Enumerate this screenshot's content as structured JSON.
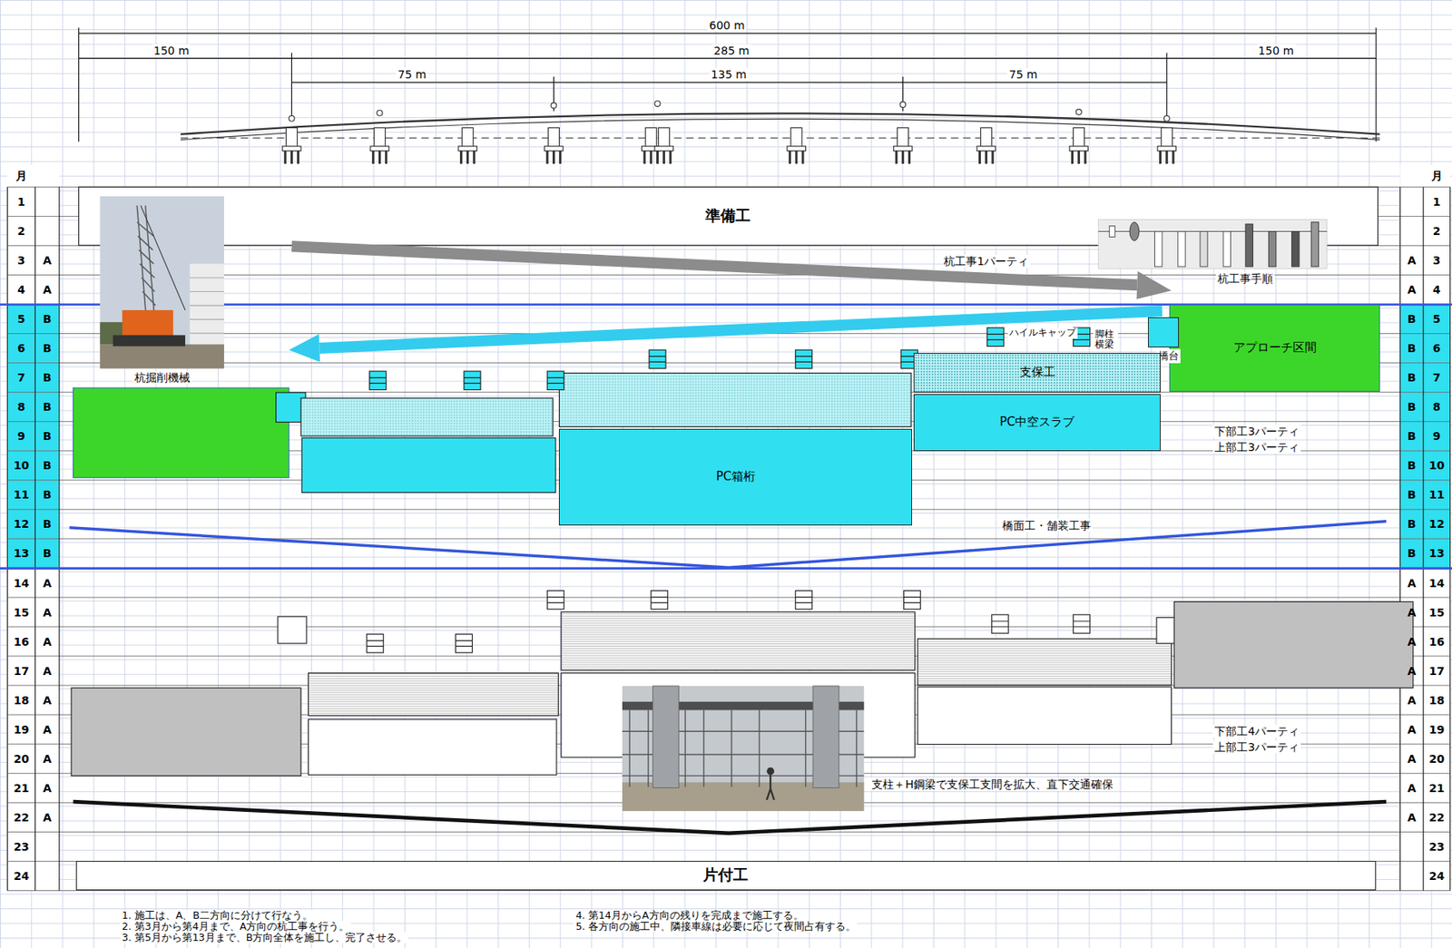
{
  "diagram": {
    "nodes": [
      {
        "text": [
          "準備工"
        ]
      },
      {
        "text": [
          "アプローチ区間"
        ]
      },
      {
        "text": [
          "橋台"
        ]
      },
      {
        "text": [
          "支保工"
        ]
      },
      {
        "text": [
          "PC中空スラブ"
        ]
      },
      {
        "text": [
          "PC箱桁"
        ]
      },
      {
        "text": [
          "片付工"
        ]
      }
    ],
    "labels": [
      "600 m",
      "150 m",
      "285 m",
      "150 m",
      "75 m",
      "135 m",
      "75 m",
      "月",
      "月",
      "1",
      "1",
      "2",
      "2",
      "3",
      "A",
      "A",
      "3",
      "4",
      "A",
      "A",
      "4",
      "5",
      "B",
      "B",
      "5",
      "6",
      "B",
      "B",
      "6",
      "7",
      "B",
      "B",
      "7",
      "8",
      "B",
      "B",
      "8",
      "9",
      "B",
      "B",
      "9",
      "10",
      "B",
      "B",
      "10",
      "11",
      "B",
      "B",
      "11",
      "12",
      "B",
      "B",
      "12",
      "13",
      "B",
      "B",
      "13",
      "14",
      "A",
      "A",
      "14",
      "15",
      "A",
      "A",
      "15",
      "16",
      "A",
      "A",
      "16",
      "17",
      "A",
      "A",
      "17",
      "18",
      "A",
      "A",
      "18",
      "19",
      "A",
      "A",
      "19",
      "20",
      "A",
      "A",
      "20",
      "21",
      "A",
      "A",
      "21",
      "22",
      "A",
      "A",
      "22",
      "23",
      "23",
      "24",
      "24",
      "杭工事1パーティ",
      "杭工事手順",
      "杭掘削機械",
      "ハイルキャップ",
      "脚柱 横梁",
      "下部工3パーティ",
      "上部工3パーティ",
      "橋面工・舗装工事",
      "下部工4パーティ",
      "上部工3パーティ",
      "支柱＋H鋼梁で支保工支間を拡大、直下交通確保",
      "1. 施工は、A、B二方向に分けて行なう。",
      "2. 第3月から第4月まで、A方向の杭工事を行う。",
      "3. 第5月から第13月まで、B方向全体を施工し、完了させる。",
      "4. 第14月からA方向の残りを完成まで施工する。",
      "5. 各方向の施工中、隣接車線は必要に応じて夜間占有する。"
    ]
  }
}
